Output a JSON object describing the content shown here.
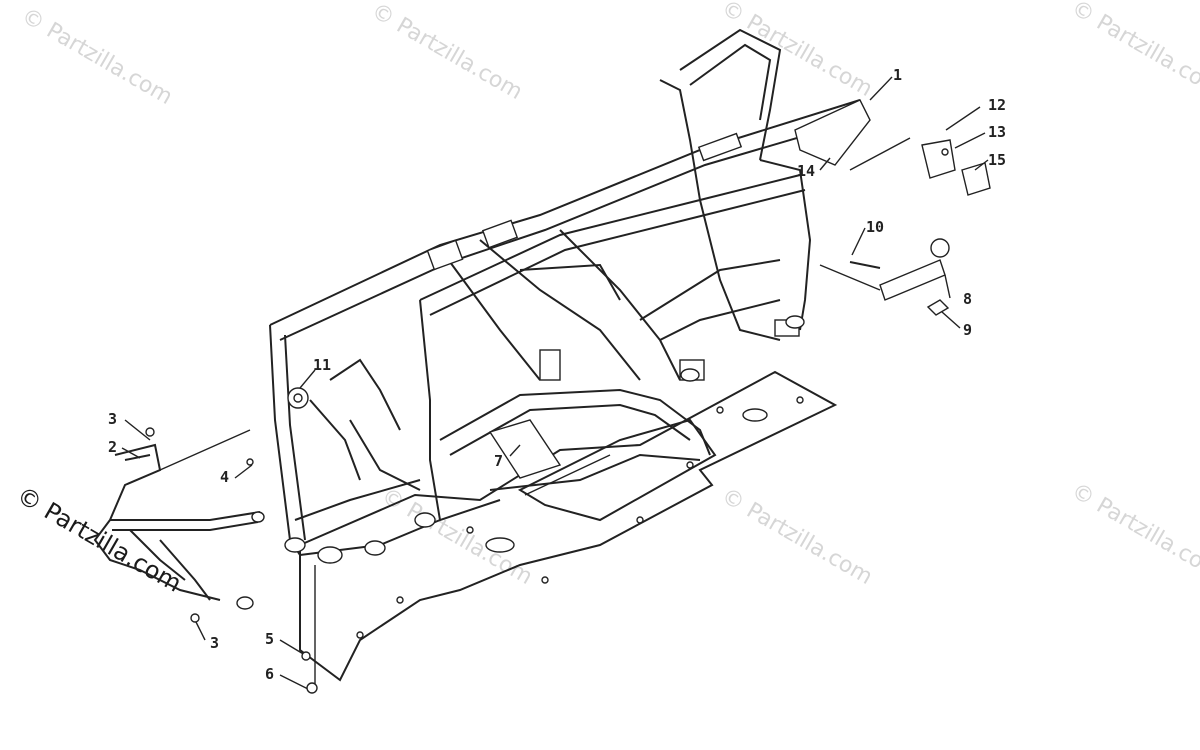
{
  "watermarks": {
    "faint": "© Partzilla.com",
    "dark": "© Partzilla.com"
  },
  "callouts": {
    "c1": "1",
    "c2": "2",
    "c3a": "3",
    "c3b": "3",
    "c4": "4",
    "c5": "5",
    "c6": "6",
    "c7": "7",
    "c8": "8",
    "c9": "9",
    "c10": "10",
    "c11": "11",
    "c12": "12",
    "c13": "13",
    "c14": "14",
    "c15": "15"
  },
  "colors": {
    "line": "#222222",
    "watermark": "#d6d6d6",
    "background": "#ffffff"
  }
}
